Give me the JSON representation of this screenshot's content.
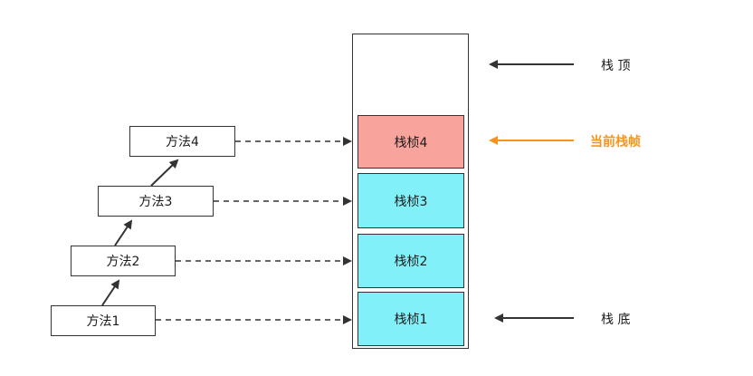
{
  "colors": {
    "frame_active": "#f8a39c",
    "frame_normal": "#82f0f8",
    "current_highlight": "#f7941d",
    "line": "#333333"
  },
  "methods": [
    {
      "label": "方法1"
    },
    {
      "label": "方法2"
    },
    {
      "label": "方法3"
    },
    {
      "label": "方法4"
    }
  ],
  "frames": [
    {
      "label": "栈桢1"
    },
    {
      "label": "栈桢2"
    },
    {
      "label": "栈桢3"
    },
    {
      "label": "栈桢4"
    }
  ],
  "pointers": {
    "top": "栈 顶",
    "current": "当前栈帧",
    "bottom": "栈 底"
  }
}
